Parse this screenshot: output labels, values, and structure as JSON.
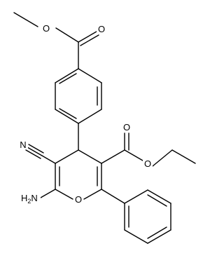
{
  "molecule": {
    "atoms": {
      "ester_o_carbonyl_top": "O",
      "ester_o_methoxy_top": "O",
      "ester_o_carbonyl_right": "O",
      "ester_o_ethoxy_right": "O",
      "nitrile_n": "N",
      "ring_o": "O",
      "amino_n": "N",
      "amino_h": "H",
      "amino_h_count": "2"
    }
  },
  "colors": {
    "bond": "#000000",
    "label": "#000000",
    "background": "#ffffff"
  }
}
